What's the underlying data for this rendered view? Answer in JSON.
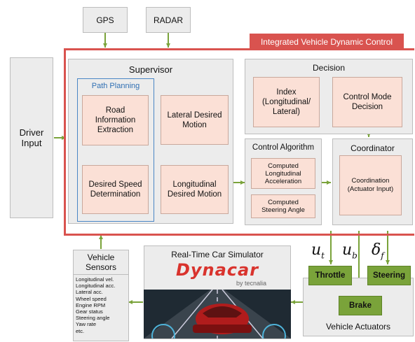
{
  "inputs": {
    "gps": "GPS",
    "radar": "RADAR",
    "driver_input": "Driver\nInput"
  },
  "ivdc": {
    "title": "Integrated Vehicle Dynamic Control"
  },
  "supervisor": {
    "title": "Supervisor",
    "path_planning": "Path Planning",
    "road_info": "Road\nInformation\nExtraction",
    "lateral_motion": "Lateral Desired\nMotion",
    "desired_speed": "Desired Speed\nDetermination",
    "longitudinal_motion": "Longitudinal\nDesired Motion"
  },
  "decision": {
    "title": "Decision",
    "index": "Index\n(Longitudinal/\nLateral)",
    "control_mode": "Control Mode\nDecision"
  },
  "control_algorithm": {
    "title": "Control Algorithm",
    "computed_long_acc": "Computed\nLongitudinal\nAcceleration",
    "computed_steering": "Computed\nSteering Angle"
  },
  "coordinator": {
    "title": "Coordinator",
    "coordination": "Coordination\n(Actuator Input)"
  },
  "signals": {
    "u_t": {
      "symbol": "u",
      "sub": "t"
    },
    "u_b": {
      "symbol": "u",
      "sub": "b"
    },
    "delta_f": {
      "symbol": "δ",
      "sub": "f"
    }
  },
  "actuators": {
    "throttle": "Throttle",
    "brake": "Brake",
    "steering": "Steering",
    "title": "Vehicle Actuators"
  },
  "simulator": {
    "title": "Real-Time Car Simulator",
    "logo": "Dynacar",
    "logo_sub": "by tecnalia"
  },
  "sensors": {
    "title": "Vehicle\nSensors",
    "list": [
      "Longitudinal vel.",
      "Longitudinal acc.",
      "Lateral acc.",
      "Wheel speed",
      "Engine RPM",
      "Gear status",
      "Steering angle",
      "Yaw rate",
      "etc."
    ]
  },
  "colors": {
    "accent_red": "#d9534f",
    "arrow_green": "#7aa33a",
    "path_blue": "#4a86c5",
    "pink_fill": "#fbe0d6",
    "gray_fill": "#ececec"
  }
}
